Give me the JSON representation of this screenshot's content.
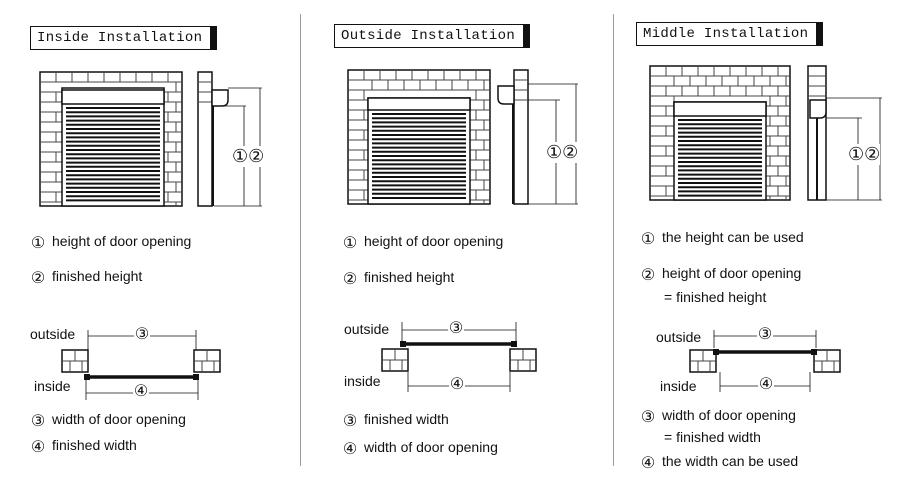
{
  "panels": [
    {
      "title": "Inside Installation",
      "legend": [
        {
          "num": "①",
          "text": "height of door opening"
        },
        {
          "num": "②",
          "text": "finished height"
        }
      ],
      "plan_labels": {
        "outside": "outside",
        "inside": "inside",
        "top": "③",
        "bottom": "④"
      },
      "plan_legend": [
        {
          "num": "③",
          "text": "width of door opening"
        },
        {
          "num": "④",
          "text": "finished width"
        }
      ],
      "section_marks": "①②"
    },
    {
      "title": "Outside Installation",
      "legend": [
        {
          "num": "①",
          "text": "height of door opening"
        },
        {
          "num": "②",
          "text": "finished height"
        }
      ],
      "plan_labels": {
        "outside": "outside",
        "inside": "inside",
        "top": "③",
        "bottom": "④"
      },
      "plan_legend": [
        {
          "num": "③",
          "text": "finished width"
        },
        {
          "num": "④",
          "text": "width of door opening"
        }
      ],
      "section_marks": "①②"
    },
    {
      "title": "Middle Installation",
      "legend": [
        {
          "num": "①",
          "text": "the height can be used"
        },
        {
          "num": "②",
          "text": "height of door opening"
        },
        {
          "num": "",
          "text": "= finished height"
        }
      ],
      "plan_labels": {
        "outside": "outside",
        "inside": "inside",
        "top": "③",
        "bottom": "④"
      },
      "plan_legend": [
        {
          "num": "③",
          "text": "width of door opening"
        },
        {
          "num": "",
          "text": "= finished width"
        },
        {
          "num": "④",
          "text": "the width can be used"
        }
      ],
      "section_marks": "①②"
    }
  ]
}
